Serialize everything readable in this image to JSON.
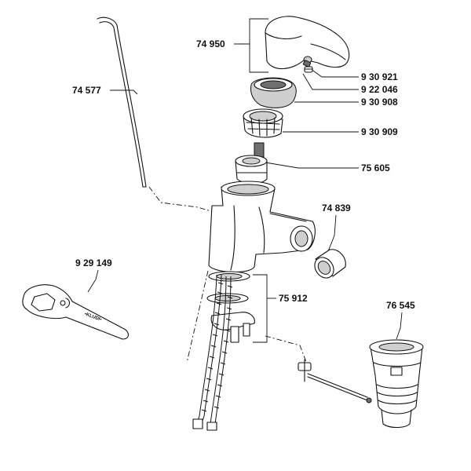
{
  "labels": {
    "handle": "74 950",
    "screw_1": "9 30 921",
    "screw_2": "9 22 046",
    "cap": "9 30 908",
    "nut": "9 30 909",
    "cartridge": "75 605",
    "rod": "74 577",
    "aerator": "74 839",
    "spanner": "9 29 149",
    "fixing_set": "75 912",
    "waste_valve": "76 545"
  },
  "spanner_brand": "•KLUDI•"
}
